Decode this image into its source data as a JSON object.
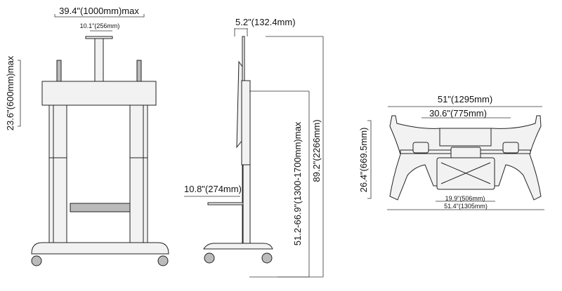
{
  "front_view": {
    "max_width": "39.4\"(1000mm)max",
    "pole_width": "10.1\"(256mm)",
    "max_height": "23.6\"(600mm)max"
  },
  "side_view": {
    "depth": "5.2\"(132.4mm)",
    "shelf_depth": "10.8\"(274mm)",
    "height_range": "51.2-66.9\"(1300-1700mm)max",
    "total_height": "89.2\"(2266mm)"
  },
  "top_view": {
    "overall_width": "51\"(1295mm)",
    "inner_width": "30.6\"(775mm)",
    "depth": "26.4\"(669.5mm)",
    "shelf_width": "19.9\"(506mm)",
    "base_width": "51.4\"(1305mm)"
  }
}
